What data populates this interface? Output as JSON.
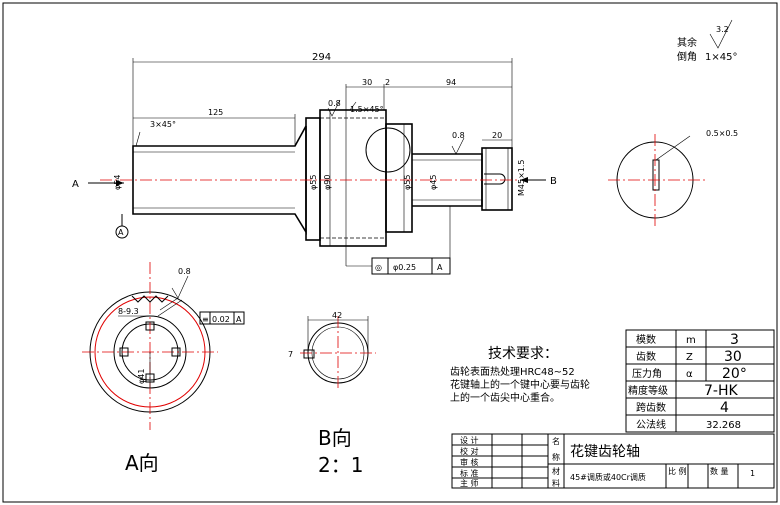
{
  "surface_note": {
    "label": "其余",
    "chamfer": "倒角",
    "chamfer_size": "1×45°",
    "roughness": "3.2"
  },
  "dims": {
    "overall": "294",
    "d125": "125",
    "d30": "30",
    "d2": "2",
    "d94": "94",
    "d20": "20",
    "c3x45": "3×45°",
    "c15x45": "1.5×45°",
    "r08a": "0.8",
    "r08b": "0.8",
    "r08c": "0.8",
    "phi54": "φ54",
    "phi55": "φ55",
    "phi90": "φ90",
    "phi55b": "φ55",
    "phi45": "φ45",
    "m45": "M45×1.5",
    "key05": "0.5×0.5",
    "d42": "42",
    "d7": "7",
    "b93": "8-9.3",
    "phi41": "φ41"
  },
  "labels": {
    "arrowA": "A",
    "arrowB": "B",
    "datumA": "A"
  },
  "tolerance": {
    "symbol": "◎",
    "value": "φ0.25",
    "datum": "A"
  },
  "tolerance2": {
    "symbol": "≡",
    "value": "0.02",
    "datum": "A"
  },
  "views": {
    "a_view": "A向",
    "b_view": "B向",
    "b_scale": "2：1"
  },
  "tech": {
    "title": "技术要求：",
    "lines": [
      "齿轮表面热处理HRC48~52",
      "花键轴上的一个键中心要与齿轮",
      "上的一个齿尖中心重合。"
    ]
  },
  "params": [
    {
      "name": "模数",
      "sym": "m",
      "val": "3"
    },
    {
      "name": "齿数",
      "sym": "Z",
      "val": "30"
    },
    {
      "name": "压力角",
      "sym": "α",
      "val": "20°"
    },
    {
      "name": "精度等级",
      "sym": "",
      "val": "7-HK"
    },
    {
      "name": "跨齿数",
      "sym": "",
      "val": "4"
    },
    {
      "name": "公法线",
      "sym": "",
      "val": "32.268"
    }
  ],
  "title_block": {
    "roles": [
      "设  计",
      "校  对",
      "审  核",
      "标  准",
      "主  师"
    ],
    "name_label": "名",
    "name_label2": "称",
    "mat_label": "材",
    "mat_label2": "料",
    "part_name": "花键齿轮轴",
    "material": "45#调质或40Cr调质",
    "scale_label": "比 例",
    "qty_label": "数 量",
    "qty": "1"
  }
}
